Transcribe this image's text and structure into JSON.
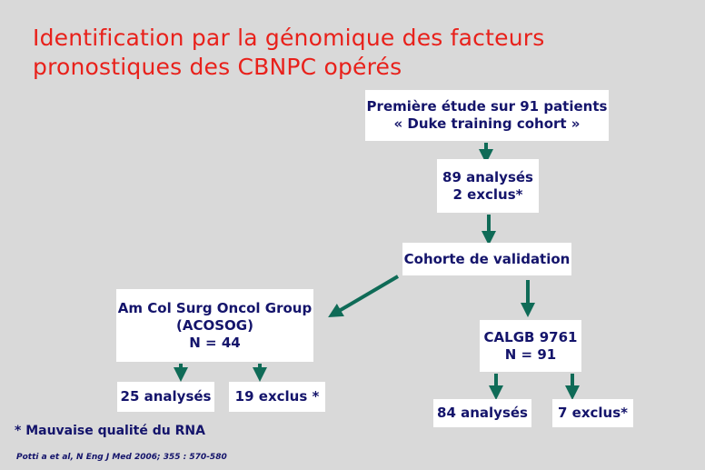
{
  "title": {
    "line1": "Identification par la génomique des facteurs",
    "line2": "pronostiques des CBNPC opérés"
  },
  "nodes": {
    "first_study": {
      "line1": "Première étude sur 91 patients",
      "line2": "« Duke training cohort »"
    },
    "analysed_excluded": {
      "line1": "89 analysés",
      "line2": "2 exclus*"
    },
    "validation": {
      "label": "Cohorte de validation"
    },
    "acosog": {
      "line1": "Am Col Surg Oncol Group",
      "line2": "(ACOSOG)",
      "line3": "N = 44"
    },
    "calgb": {
      "line1": "CALGB 9761",
      "line2": "N = 91"
    },
    "acosog_analysed": {
      "label": "25 analysés"
    },
    "acosog_excluded": {
      "label": "19 exclus *"
    },
    "calgb_analysed": {
      "label": "84 analysés"
    },
    "calgb_excluded": {
      "label": "7 exclus*"
    }
  },
  "footnote": "* Mauvaise qualité du RNA",
  "citation": "Potti a et al, N Eng J Med 2006; 355 : 570-580",
  "colors": {
    "title": "#e8211b",
    "text": "#14146b",
    "arrow": "#0f6b57",
    "background": "#d9d9d9",
    "box": "#ffffff"
  }
}
